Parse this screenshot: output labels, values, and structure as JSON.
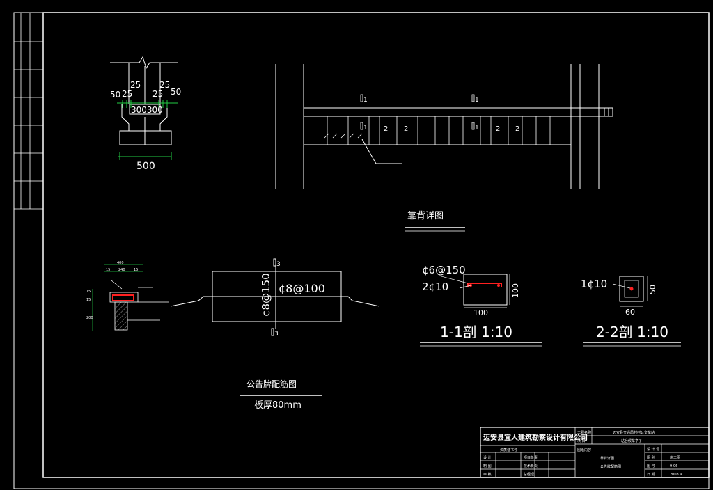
{
  "colors": {
    "background": "#000000",
    "line": "#ffffff",
    "dim": "#22cc44",
    "rebar": "#ff2020"
  },
  "section_top_left": {
    "dims_top": [
      "50",
      "25",
      "25",
      "25",
      "25",
      "50"
    ],
    "dims_mid": "300300",
    "dim_bottom": "500"
  },
  "elevation": {
    "title": "靠背详图",
    "marks": [
      "1",
      "1",
      "1",
      "1",
      "2",
      "2",
      "2",
      "2"
    ]
  },
  "small_detail": {
    "dims": [
      "400",
      "15",
      "240",
      "15",
      "15",
      "15",
      "200"
    ]
  },
  "board": {
    "label_vertical": "¢8@150",
    "label_horizontal": "¢8@100",
    "mark_top": "3",
    "mark_bottom": "3",
    "title": "公告牌配筋图",
    "subtitle": "板厚80mm"
  },
  "section_1": {
    "rebar_top": "¢6@150",
    "rebar_bottom": "2¢10",
    "dim_width": "100",
    "dim_height": "100",
    "title": "1-1剖 1:10"
  },
  "section_2": {
    "rebar": "1¢10",
    "dim_width": "60",
    "dim_height": "50",
    "title": "2-2剖 1:10"
  },
  "title_block": {
    "company": "迈安县宜人建筑勘察设计有限公司",
    "project_label": "工程名称",
    "project_value": "迈安县交通局村村公交车站",
    "item_label": "项 目",
    "item_value": "站台候车亭子",
    "cert": "资质证书号",
    "drawing_content": "图纸内容",
    "content_1": "靠背详图",
    "content_2": "公告牌配筋图",
    "row_labels": [
      "设 计",
      "制 图",
      "审 核"
    ],
    "row_labels_2": [
      "项目负责",
      "技术负责",
      "总经理"
    ],
    "num_label": "设 计 号",
    "num_value": "",
    "type_label": "图 别",
    "type_value": "施工图",
    "no_label": "图 号",
    "no_value": "9-06",
    "date_label": "日 期",
    "date_value": "2008.9"
  }
}
